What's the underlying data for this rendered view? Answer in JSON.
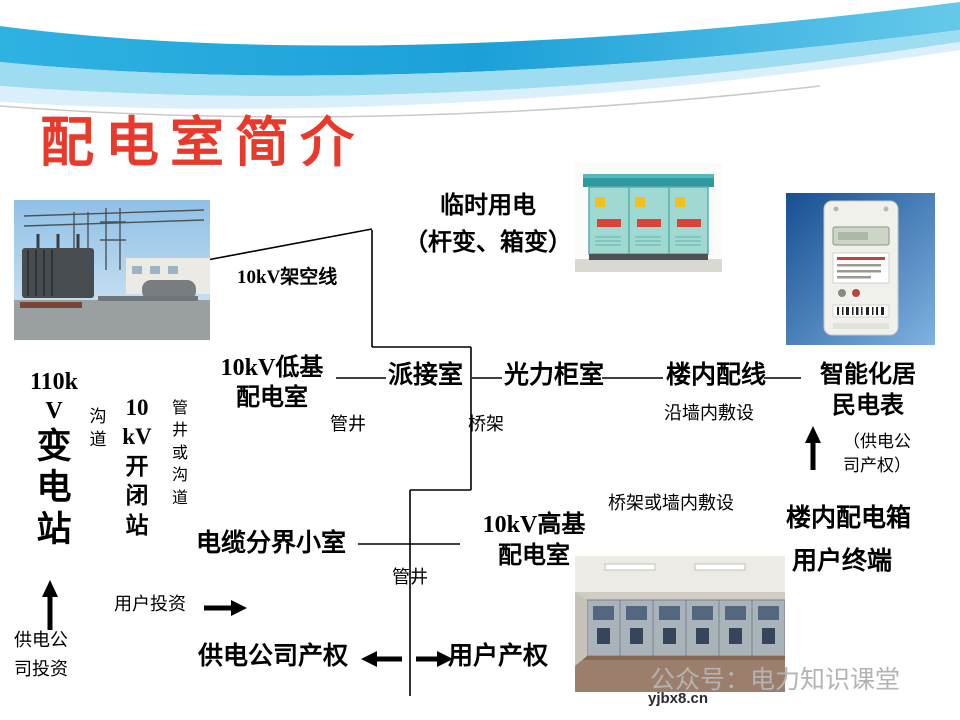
{
  "slide": {
    "title": "配电室简介",
    "watermark": "公众号：电力知识课堂",
    "site_logo": "yjbx8.cn"
  },
  "accent_colors": {
    "title_red": "#e8392b",
    "wave_blue": "#1ba0d8",
    "watermark_gray": "#b3b3b3"
  },
  "photos": {
    "substation": "substation-yard-photo",
    "box_transformer": "box-type-transformer-photo",
    "smart_meter": "smart-electric-meter-photo",
    "switchgear_room": "switchgear-room-photo"
  },
  "diagram": {
    "temp_power": "临时用电\n（杆变、箱变）",
    "overhead_line": "10kV架空线",
    "substation_code": "110k\nV",
    "substation_name": "变\n电\n站",
    "channel": "沟\n道",
    "switch_station": "10\nkV\n开\n闭\n站",
    "duct_or_channel": "管\n井\n或\n沟\n道",
    "low_rise_room": "10kV低基\n配电室",
    "duct_1": "管井",
    "connection_room": "派接室",
    "bridge_1": "桥架",
    "power_cabinet_room": "光力柜室",
    "building_wiring": "楼内配线",
    "along_wall": "沿墙内敷设",
    "smart_meter_label": "智能化居\n民电表",
    "supply_ownership_note": "（供电公\n司产权）",
    "cable_boundary_room": "电缆分界小室",
    "high_rise_room": "10kV高基\n配电室",
    "duct_2": "管井",
    "bridge_or_wall": "桥架或墙内敷设",
    "building_dist_box": "楼内配电箱",
    "user_terminal": "用户终端",
    "company_investment": "供电公\n司投资",
    "user_investment": "用户投资",
    "company_ownership": "供电公司产权",
    "user_ownership": "用户产权"
  }
}
